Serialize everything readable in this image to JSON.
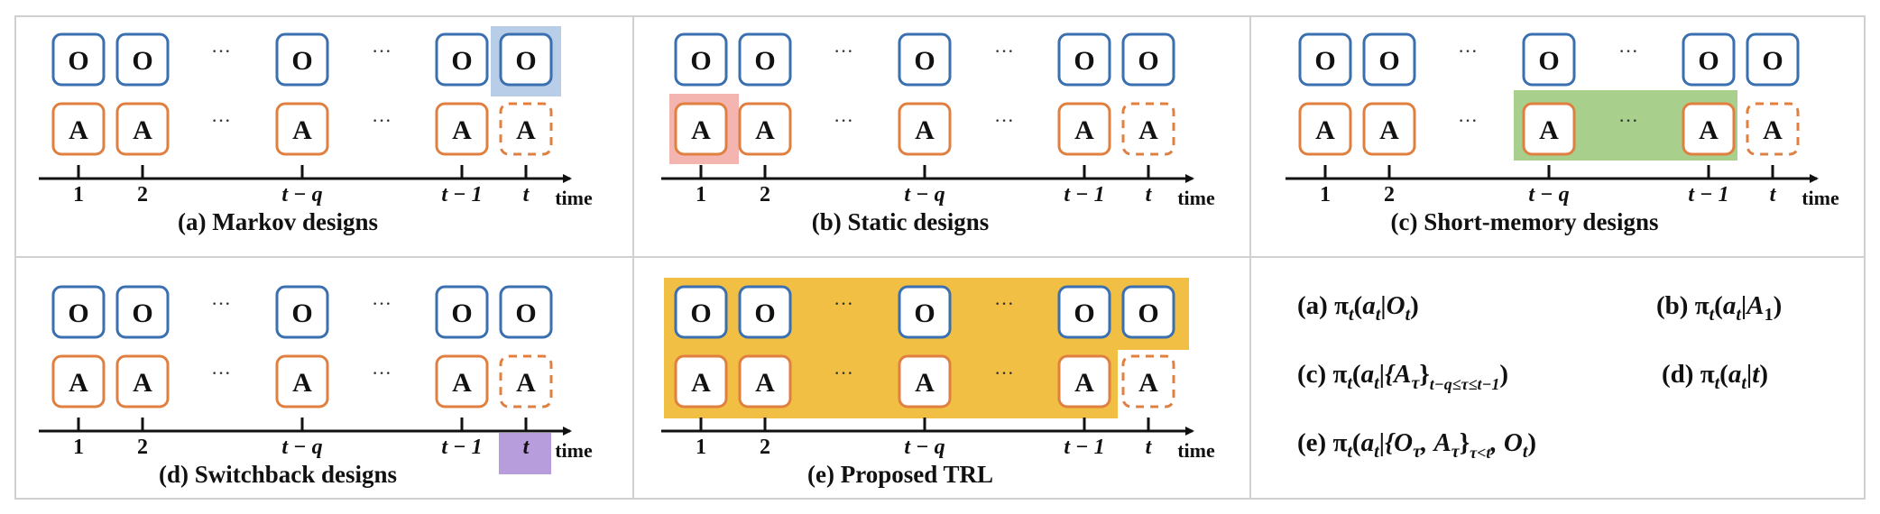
{
  "colors": {
    "observation_box": "#3a6fb0",
    "action_box": "#e08040",
    "markov_highlight": "#b7cde8",
    "static_highlight": "#f4b5b0",
    "short_memory_highlight": "#a9cf8c",
    "switchback_highlight": "#b79ddb",
    "trl_highlight": "#f2bf45"
  },
  "box_letters": {
    "observation": "O",
    "action": "A"
  },
  "ellipsis": "···",
  "axis": {
    "ticks": [
      "1",
      "2",
      "t − q",
      "t − 1",
      "t"
    ],
    "time_label": "time"
  },
  "panels": [
    {
      "id": "a",
      "caption": "(a) Markov designs"
    },
    {
      "id": "b",
      "caption": "(b) Static designs"
    },
    {
      "id": "c",
      "caption": "(c) Short-memory designs"
    },
    {
      "id": "d",
      "caption": "(d) Switchback designs"
    },
    {
      "id": "e",
      "caption": "(e) Proposed TRL"
    }
  ],
  "formulas": {
    "a": {
      "label": "(a)",
      "pi": "π",
      "sub_t": "t",
      "a": "a",
      "bar": "|",
      "cond": "O",
      "cond_sub": "t"
    },
    "b": {
      "label": "(b)",
      "pi": "π",
      "sub_t": "t",
      "a": "a",
      "bar": "|",
      "cond": "A",
      "cond_sub": "1"
    },
    "c": {
      "label": "(c)",
      "pi": "π",
      "sub_t": "t",
      "a": "a",
      "bar": "|",
      "cond": "{A",
      "cond_sub": "τ",
      "close": "}",
      "range": "t−q≤τ≤t−1"
    },
    "d": {
      "label": "(d)",
      "pi": "π",
      "sub_t": "t",
      "a": "a",
      "bar": "|",
      "cond": "t"
    },
    "e": {
      "label": "(e)",
      "pi": "π",
      "sub_t": "t",
      "a": "a",
      "bar": "|",
      "cond": "{O",
      "cond_sub": "τ",
      "mid": ", A",
      "close": "}",
      "range": "τ<t",
      "tail": ", O"
    }
  }
}
